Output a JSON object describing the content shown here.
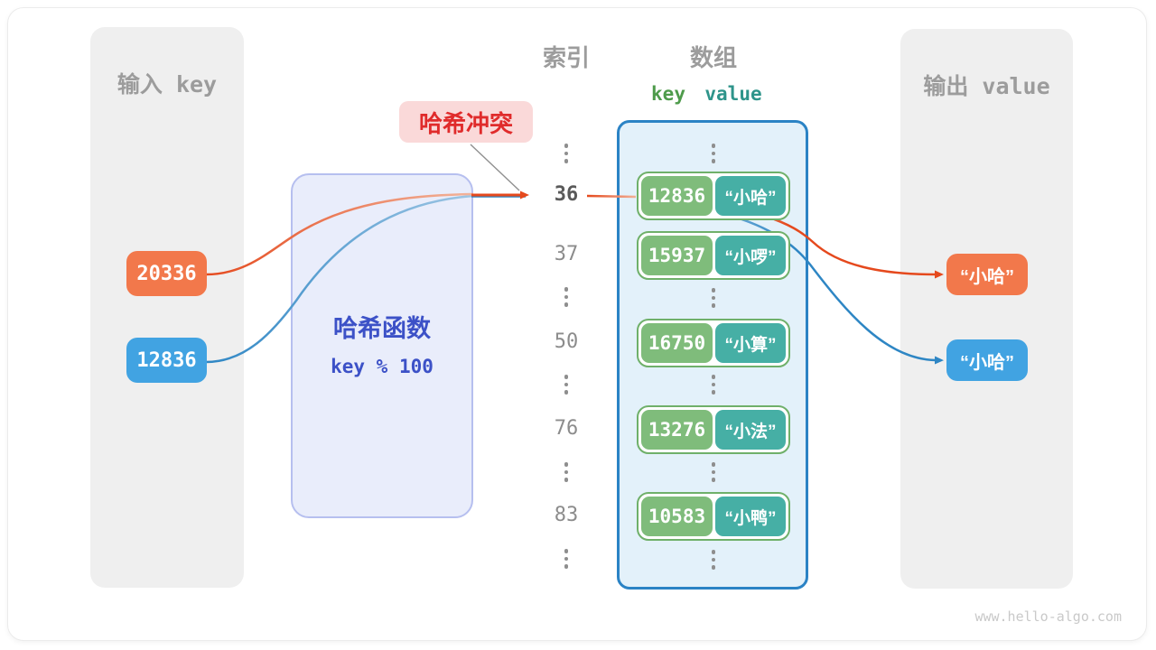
{
  "diagram": {
    "watermark": "www.hello-algo.com"
  },
  "input": {
    "title": "输入 key",
    "keys": [
      "20336",
      "12836"
    ]
  },
  "hash_function": {
    "name": "哈希函数",
    "formula": "key % 100"
  },
  "collision": {
    "label": "哈希冲突"
  },
  "index_column": {
    "title": "索引",
    "values": [
      "36",
      "37",
      "50",
      "76",
      "83"
    ]
  },
  "array_column": {
    "title": "数组",
    "key_header": "key",
    "value_header": "value",
    "rows": [
      {
        "key": "12836",
        "value": "“小哈”"
      },
      {
        "key": "15937",
        "value": "“小啰”"
      },
      {
        "key": "16750",
        "value": "“小算”"
      },
      {
        "key": "13276",
        "value": "“小法”"
      },
      {
        "key": "10583",
        "value": "“小鸭”"
      }
    ]
  },
  "output": {
    "title": "输出 value",
    "values": [
      "“小哈”",
      "“小哈”"
    ]
  },
  "colors": {
    "orange_box": "#f2784b",
    "blue_box": "#41a3e2",
    "green_key": "#7fbc7b",
    "teal_value": "#46afa5",
    "collision_red": "#e02b2b",
    "hash_blue": "#3c51c7",
    "array_border": "#2b83c5",
    "orange_stroke": "#e5491d",
    "blue_stroke": "#2e86c4"
  }
}
